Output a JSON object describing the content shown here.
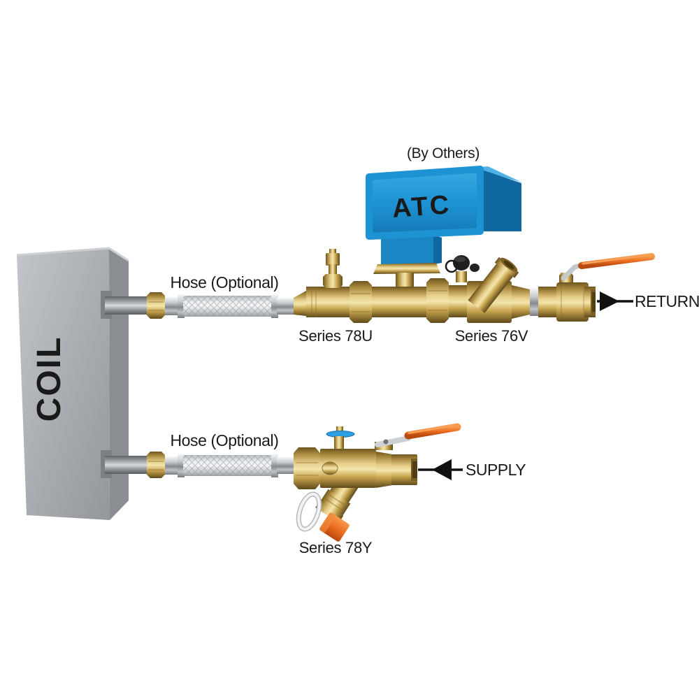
{
  "diagram_labels": {
    "by_others": "(By Others)",
    "atc": "ATC",
    "coil": "COIL",
    "hose_optional_upper": "Hose (Optional)",
    "hose_optional_lower": "Hose (Optional)",
    "series_78u": "Series 78U",
    "series_76v": "Series 76V",
    "series_78y": "Series 78Y",
    "return_flow": "RETURN",
    "supply_flow": "SUPPLY"
  },
  "colors": {
    "background": "#FFFFFF",
    "atc_blue": "#1E93D4",
    "atc_blue_dark": "#1478B4",
    "atc_text_gray": "#C8CED6",
    "coil_text_blue": "#2E9EE2",
    "coil_box_gray": "#AEB1B5",
    "brass": "#C7A44E",
    "chrome": "#C9CDD0",
    "handle_orange": "#ED6D20",
    "vent_blue": "#2E9EE2",
    "arrow_black": "#111111",
    "label_text": "#1A1A1A"
  }
}
